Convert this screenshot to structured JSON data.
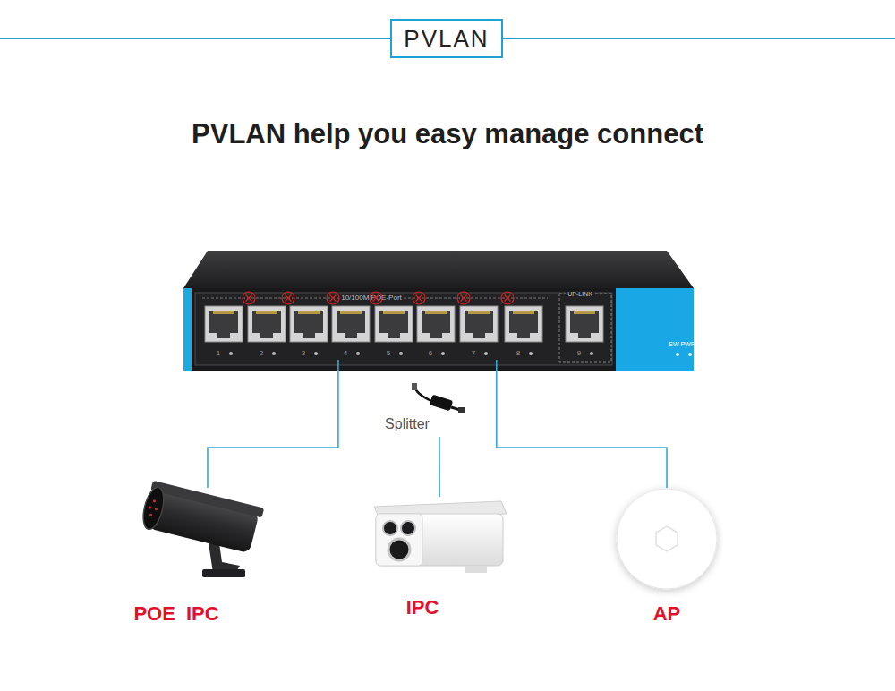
{
  "diagram": {
    "title": "PVLAN",
    "nodes": [
      {
        "text": [
          "10/100M POE-Port",
          "UP-LINK",
          "SW PWR"
        ]
      },
      {
        "text": [
          "1"
        ],
        "in": 0
      },
      {
        "text": [
          "2"
        ],
        "in": 0
      },
      {
        "text": [
          "3"
        ],
        "in": 0
      },
      {
        "text": [
          "4"
        ],
        "in": 0
      },
      {
        "text": [
          "5"
        ],
        "in": 0
      },
      {
        "text": [
          "6"
        ],
        "in": 0
      },
      {
        "text": [
          "7"
        ],
        "in": 0
      },
      {
        "text": [
          "8"
        ],
        "in": 0
      },
      {
        "text": [
          "9"
        ],
        "in": 0
      },
      {
        "text": [
          "Splitter"
        ]
      },
      {
        "text": [
          "POE IPC"
        ]
      },
      {
        "text": [
          "IPC"
        ]
      },
      {
        "text": [
          "AP"
        ]
      }
    ],
    "edges": [
      {
        "from": 4,
        "to": 11,
        "arrow": "none"
      },
      {
        "from": 10,
        "to": 12,
        "arrow": "none"
      },
      {
        "from": 7,
        "to": 13,
        "arrow": "none"
      }
    ],
    "labels": [
      "PVLAN help you easy manage connect"
    ]
  }
}
